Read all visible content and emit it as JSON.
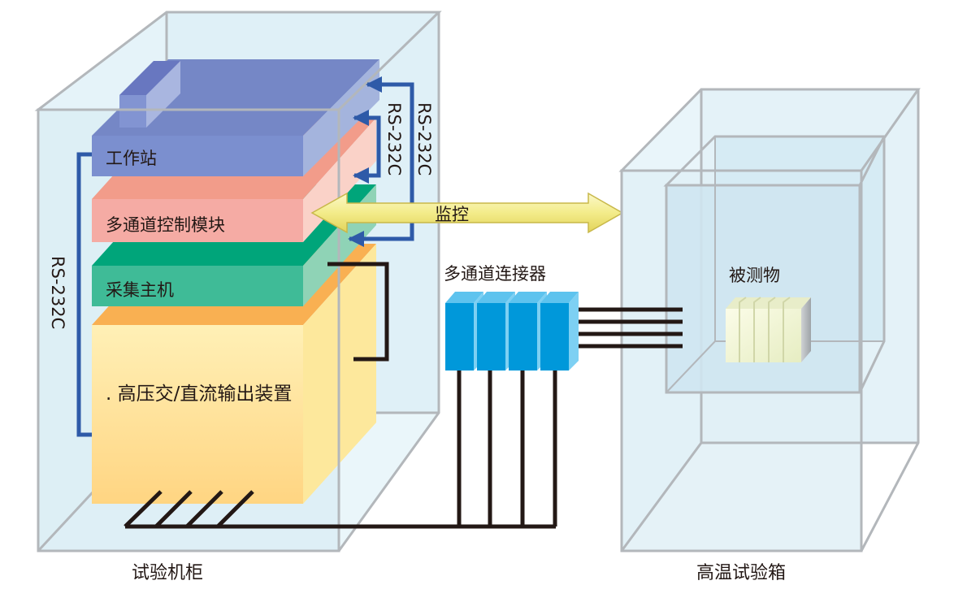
{
  "labels": {
    "workstation": "工作站",
    "control_module": "多通道控制模块",
    "acquisition_host": "采集主机",
    "output_device": ". 高压交/直流输出装置",
    "monitor": "监控",
    "connector": "多通道连接器",
    "dut": "被测物",
    "rs232_left": "RS-232C",
    "rs232_right_a": "RS-232C",
    "rs232_right_b": "RS-232C",
    "cabinet": "试验机柜",
    "chamber": "高温试验箱"
  },
  "colors": {
    "cabinet_fill": "#dff0f7",
    "cabinet_edge": "#b3b7bb",
    "workstation_blue": "#6f7fc0",
    "control_module_pink": "#f4a89a",
    "acquisition_green": "#00a57a",
    "output_yellow": "#ffd989",
    "connector_blue": "#0098da",
    "cable_black": "#231815",
    "rs232_line_blue": "#2e5aa8",
    "monitor_arrow_yellow": "#f3ec8a"
  }
}
